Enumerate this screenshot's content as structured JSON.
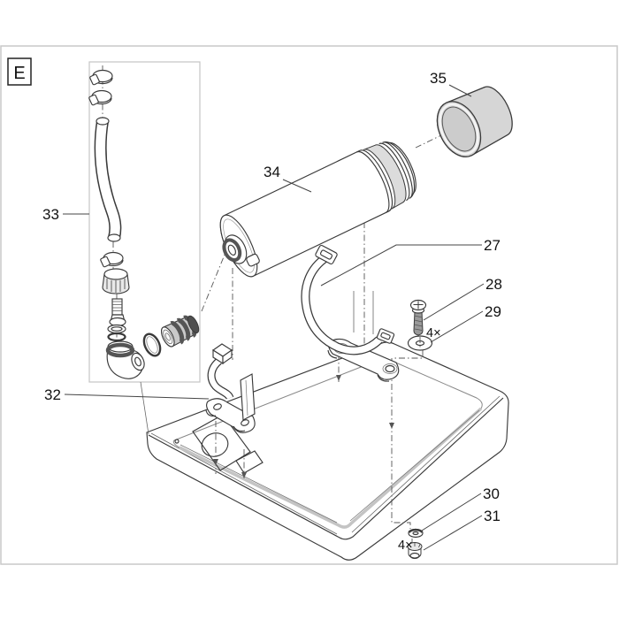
{
  "diagram": {
    "section_label": "E",
    "part_labels": [
      {
        "text": "33"
      },
      {
        "text": "32"
      },
      {
        "text": "34"
      },
      {
        "text": "35"
      },
      {
        "text": "27"
      },
      {
        "text": "28"
      },
      {
        "text": "29"
      },
      {
        "text": "30"
      },
      {
        "text": "31"
      }
    ],
    "quantity_labels": [
      {
        "text": "4×"
      },
      {
        "text": "4×"
      }
    ],
    "colors": {
      "outline": "#3a3a3a",
      "frame_border": "#c9c9c9",
      "inner_box_border": "#c5c5c5",
      "sleeve_gray": "#d6d6d6",
      "sleeve_inner_gray": "#cccccc",
      "band_gray": "#dcdcdc",
      "metal_gray": "#9a9a9a",
      "dark_band": "#555555",
      "fitting_dark": "#4f4f4f",
      "nut_gray": "#e8e8e8"
    }
  }
}
